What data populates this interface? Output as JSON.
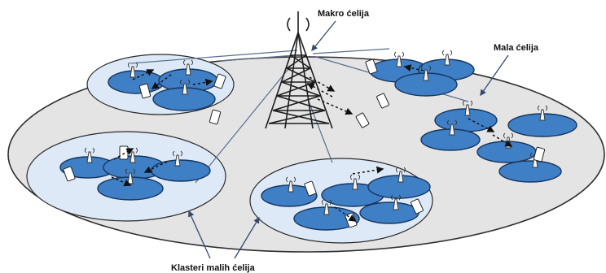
{
  "labels": {
    "macro_cell": "Makro ćelija",
    "small_cell": "Mala ćelija",
    "clusters": "Klasteri malih ćelija"
  },
  "colors": {
    "macro_area": "#e4e4e4",
    "cluster_area": "#dde9f6",
    "small_cell": "#3f7fc6",
    "outline": "#2e2e2e"
  },
  "icons": [
    "tower-icon",
    "small-cell-antenna-icon",
    "phone-icon"
  ]
}
